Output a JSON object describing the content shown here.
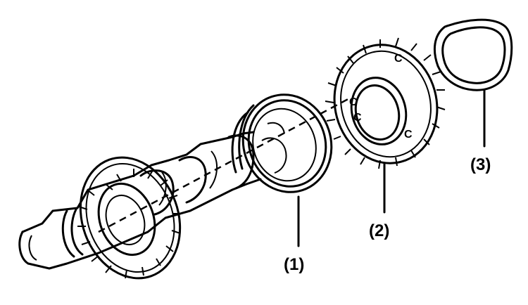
{
  "labels": {
    "part1": "(1)",
    "part2": "(2)",
    "part3": "(3)"
  },
  "gear_marks": [
    "C",
    "C",
    "C",
    "C"
  ]
}
